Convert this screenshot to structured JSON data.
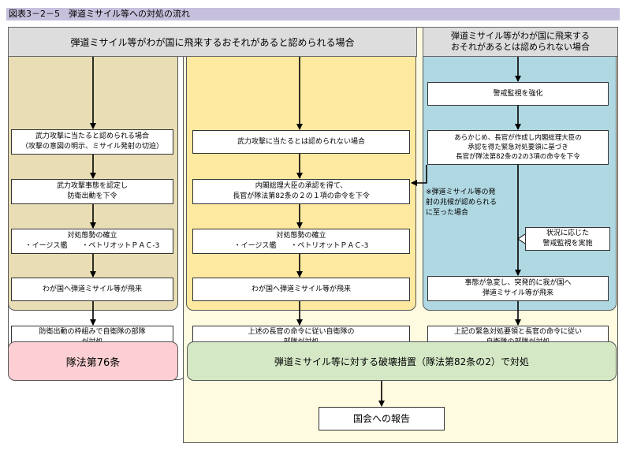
{
  "figure_title": "図表3－2－5　弾道ミサイル等への対処の流れ",
  "headers": {
    "left": "弾道ミサイル等がわが国に飛来するおそれがあると認められる場合",
    "right": "弾道ミサイル等がわが国に飛来する\nおそれがあるとは認められない場合"
  },
  "column_left": {
    "step1": "武力攻撃に当たると認められる場合\n（攻撃の意図の明示、ミサイル発射の切迫）",
    "step2": "武力攻撃事態を認定し\n防衛出動を下令",
    "step3": "対処態勢の確立\n・イージス艦　　・ペトリオットＰＡＣ-3",
    "step4": "わが国へ弾道ミサイル等が飛来",
    "result": "防衛出動の枠組みで自衛隊の部隊\nが対処"
  },
  "column_mid": {
    "step1": "武力攻撃に当たるとは認められない場合",
    "step2": "内閣総理大臣の承認を得て、\n長官が隊法第82条の２の１項の命令を下令",
    "step3": "対処態勢の確立\n・イージス艦　　・ペトリオットＰＡＣ-3",
    "step4": "わが国へ弾道ミサイル等が飛来",
    "result": "上述の長官の命令に従い自衛隊の\n部隊が対処"
  },
  "column_right": {
    "step1": "警戒監視を強化",
    "step2": "あらかじめ、長官が作成し内閣総理大臣の\n承認を得た緊急対処要領に基づき\n長官が隊法第82条の2の3項の命令を下令",
    "note_signs": "※弾道ミサイル等の発\n射の兆候が認められる\nに至った場合",
    "callout": "状況に応じた\n警戒監視を実施",
    "step3": "事態が急変し、突発的に我が国へ\n弾道ミサイル等が飛来",
    "result": "上記の緊急対処要領と長官の命令に従い\n自衛隊の部隊が対処"
  },
  "outcomes": {
    "art76": "隊法第76条",
    "art82": "弾道ミサイル等に対する破壊措置（隊法第82条の2）で対処",
    "report": "国会への報告"
  },
  "colors": {
    "title_bar": "#c7c0dc",
    "header_gray": "#dddddd",
    "left_panel": "#e8ddb5",
    "mid_panel": "#fde9a0",
    "right_panel": "#b0d8e2",
    "art76_pink": "#fbcfd3",
    "art82_green": "#d4e8c6",
    "lower_yellow": "#fffbe0"
  }
}
